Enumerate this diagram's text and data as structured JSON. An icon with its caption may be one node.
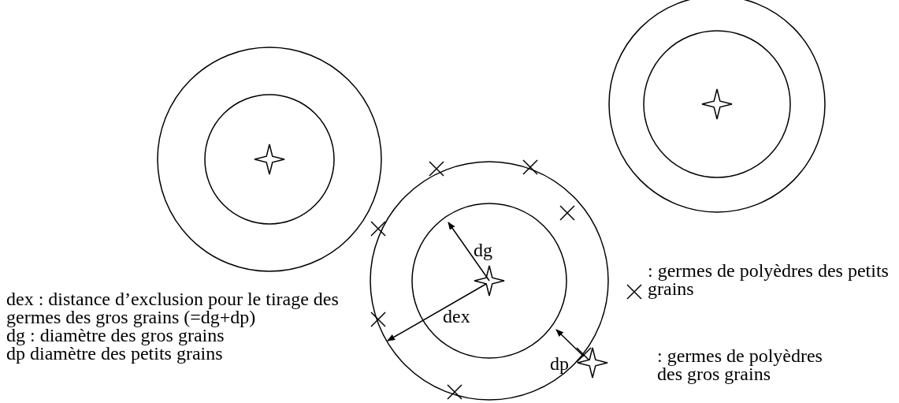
{
  "diagram": {
    "labels": [
      "dg",
      "dex",
      "dp",
      "dex : distance d’exclusion pour le tirage des germes des gros grains (=dg+dp)",
      "dg : diamètre des gros grains",
      "dp diamètre des petits grains"
    ],
    "legend": [
      {
        "text": ": germes de polyèdres des petits grains"
      },
      {
        "text": ": germes de polyèdres des gros grains"
      }
    ]
  }
}
